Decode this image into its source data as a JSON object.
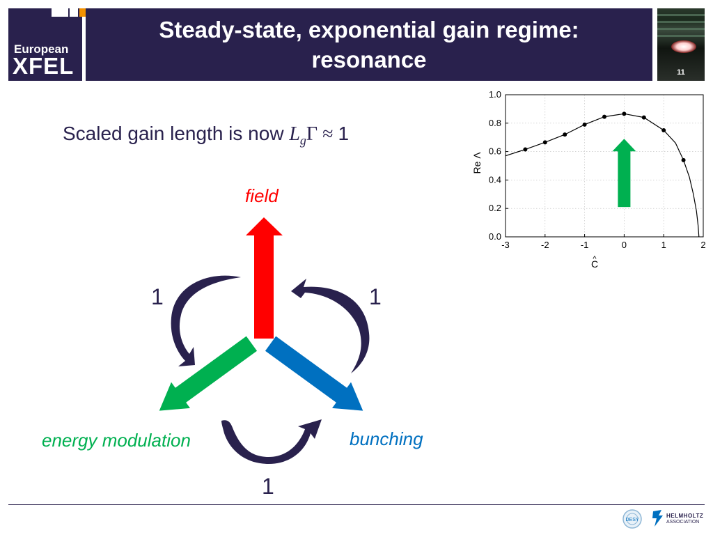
{
  "header": {
    "logo_line1": "European",
    "logo_line2": "XFEL",
    "title_line1": "Steady-state, exponential gain regime:",
    "title_line2": "resonance",
    "page_number": "11"
  },
  "content": {
    "subtitle_text": "Scaled gain length is now",
    "math_L": "L",
    "math_sub_g": "g",
    "math_gamma": "Γ",
    "math_approx": " ≈ ",
    "math_one": "1"
  },
  "diagram": {
    "field_label": "field",
    "energy_label": "energy modulation",
    "bunching_label": "bunching",
    "coupling_left": "1",
    "coupling_right": "1",
    "coupling_bottom": "1",
    "colors": {
      "field": "#ff0000",
      "energy": "#00b050",
      "bunching": "#0070c0",
      "curve": "#29214d"
    }
  },
  "chart_data": {
    "type": "line",
    "xlabel": "C",
    "ylabel": "Re Λ",
    "xlim": [
      -3,
      2
    ],
    "ylim": [
      0.0,
      1.0
    ],
    "xticks": [
      "-3",
      "-2",
      "-1",
      "0",
      "1",
      "2"
    ],
    "yticks": [
      "0.0",
      "0.2",
      "0.4",
      "0.6",
      "0.8",
      "1.0"
    ],
    "grid": true,
    "curve": {
      "x": [
        -3.0,
        -2.5,
        -2.0,
        -1.5,
        -1.0,
        -0.5,
        0.0,
        0.5,
        1.0,
        1.3,
        1.5,
        1.65,
        1.75,
        1.83,
        1.87,
        1.89
      ],
      "y": [
        0.57,
        0.615,
        0.665,
        0.72,
        0.79,
        0.845,
        0.866,
        0.84,
        0.75,
        0.66,
        0.54,
        0.42,
        0.3,
        0.18,
        0.08,
        0.0
      ]
    },
    "markers": {
      "x": [
        -2.5,
        -2.0,
        -1.5,
        -1.0,
        -0.5,
        0.0,
        0.5,
        1.0,
        1.5
      ],
      "y": [
        0.615,
        0.665,
        0.72,
        0.79,
        0.845,
        0.866,
        0.84,
        0.75,
        0.54
      ]
    },
    "arrow": {
      "x": 0.0,
      "y_from": 0.21,
      "y_to": 0.69,
      "color": "#00b050"
    }
  },
  "footer": {
    "desy_text": "DESY",
    "helmholtz_line1": "HELMHOLTZ",
    "helmholtz_line2": "ASSOCIATION"
  }
}
